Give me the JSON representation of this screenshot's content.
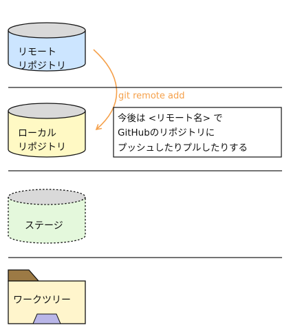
{
  "colors": {
    "remote_fill": "#cce5ff",
    "local_fill": "#fff9c4",
    "stage_fill": "#e4f8dc",
    "worktree_fill": "#fff5cc",
    "folder_tab": "#9c7a45",
    "cylinder_top": "#d9d9d9",
    "arrow": "#f5a04a",
    "divider": "#222222"
  },
  "remote_repo": {
    "line1": "リモート",
    "line2": "リポジトリ"
  },
  "local_repo": {
    "line1": "ローカル",
    "line2": "リポジトリ"
  },
  "stage": {
    "label": "ステージ"
  },
  "worktree": {
    "label": "ワークツリー"
  },
  "arrow": {
    "label": "git remote add"
  },
  "note": {
    "line1": "今後は <リモート名> で",
    "line2": "GitHubのリポジトリに",
    "line3": "プッシュしたりプルしたりする"
  }
}
